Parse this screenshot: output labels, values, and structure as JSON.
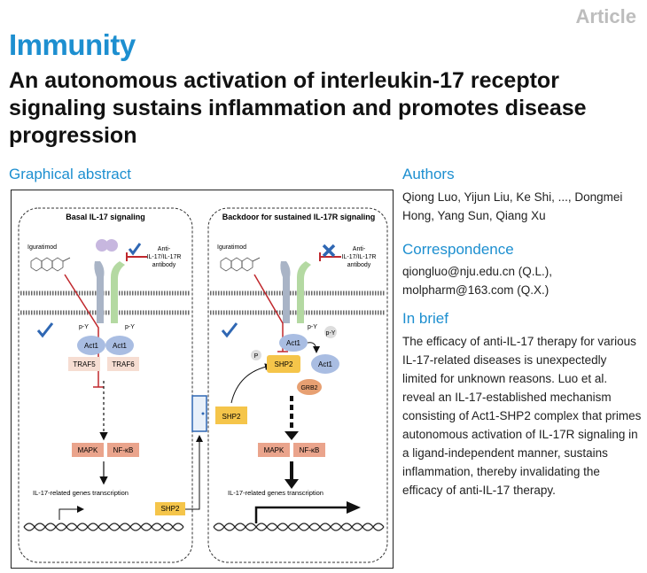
{
  "header": {
    "article_label": "Article",
    "journal": "Immunity",
    "title": "An autonomous activation of interleukin-17 receptor signaling sustains inflammation and promotes disease progression"
  },
  "graphical_abstract": {
    "heading": "Graphical abstract",
    "left_panel": {
      "title": "Basal IL-17 signaling",
      "drug": "Iguratimod",
      "antibody": "Anti-\nIL-17/IL-17R\nantibody",
      "py1": "p-Y",
      "py2": "p-Y",
      "act1a": "Act1",
      "act1b": "Act1",
      "traf5": "TRAF5",
      "traf6": "TRAF6",
      "mapk": "MAPK",
      "nfkb": "NF-κB",
      "transcription": "IL-17-related genes transcription",
      "shp2": "SHP2"
    },
    "right_panel": {
      "title": "Backdoor for sustained IL-17R signaling",
      "drug": "Iguratimod",
      "antibody": "Anti-\nIL-17/IL-17R\nantibody",
      "py1": "p-Y",
      "py2": "p-Y",
      "p": "P",
      "act1a": "Act1",
      "act1b": "Act1",
      "shp2": "SHP2",
      "grb2": "GRB2",
      "mapk": "MAPK",
      "nfkb": "NF-κB",
      "transcription": "IL-17-related genes transcription"
    },
    "door_shp2": "SHP2",
    "colors": {
      "receptor_left": "#a9b4c6",
      "receptor_right": "#b4d9a2",
      "act1": "#a9bde2",
      "traf": "#f6ddd2",
      "kinase": "#eaa48c",
      "shp2": "#f5c54a",
      "grb2": "#e7a072",
      "check": "#2f67b3",
      "inhibit": "#c0282d"
    }
  },
  "authors": {
    "heading": "Authors",
    "text": "Qiong Luo, Yijun Liu, Ke Shi, ..., Dongmei Hong, Yang Sun, Qiang Xu"
  },
  "correspondence": {
    "heading": "Correspondence",
    "text": "qiongluo@nju.edu.cn (Q.L.), molpharm@163.com (Q.X.)"
  },
  "in_brief": {
    "heading": "In brief",
    "text": "The efficacy of anti-IL-17 therapy for various IL-17-related diseases is unexpectedly limited for unknown reasons. Luo et al. reveal an IL-17-established mechanism consisting of Act1-SHP2 complex that primes autonomous activation of IL-17R signaling in a ligand-independent manner, sustains inflammation, thereby invalidating the efficacy of anti-IL-17 therapy."
  }
}
